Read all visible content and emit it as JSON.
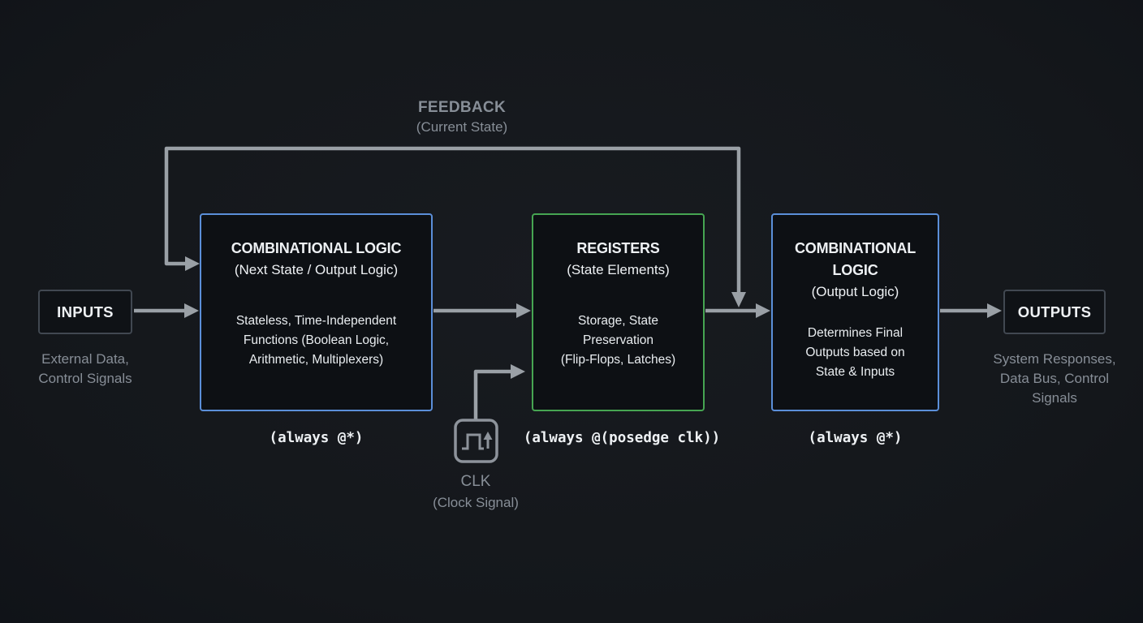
{
  "colors": {
    "background": "#15181d",
    "box_fill": "#0d1014",
    "blue": "#5b8fd9",
    "green": "#46a552",
    "wire": "#9aa0a6",
    "muted": "#878e97",
    "text": "#eef1f4"
  },
  "feedback": {
    "title": "FEEDBACK",
    "subtitle": "(Current State)"
  },
  "inputs": {
    "label": "INPUTS",
    "caption": "External Data,\nControl Signals"
  },
  "outputs": {
    "label": "OUTPUTS",
    "caption": "System Responses,\nData Bus, Control\nSignals"
  },
  "blocks": {
    "comb1": {
      "title": "COMBINATIONAL LOGIC",
      "subtitle": "(Next State / Output Logic)",
      "body": "Stateless, Time-Independent\nFunctions (Boolean Logic,\nArithmetic, Multiplexers)",
      "code": "(always @*)"
    },
    "registers": {
      "title": "REGISTERS",
      "subtitle": "(State Elements)",
      "body": "Storage, State\nPreservation\n(Flip-Flops, Latches)",
      "code": "(always @(posedge clk))"
    },
    "comb2": {
      "title": "COMBINATIONAL LOGIC",
      "subtitle": "(Output Logic)",
      "body": "Determines Final\nOutputs based on\nState & Inputs",
      "code": "(always @*)"
    }
  },
  "clock": {
    "label": "CLK",
    "subtitle": "(Clock Signal)"
  }
}
